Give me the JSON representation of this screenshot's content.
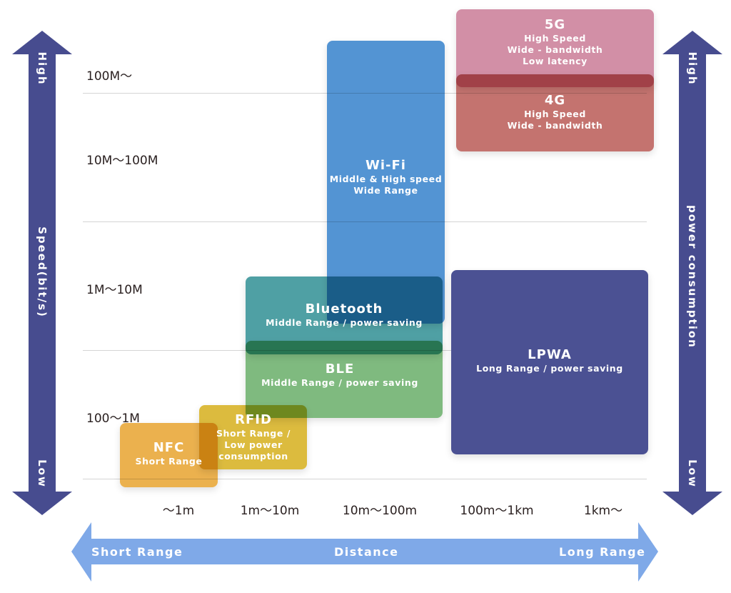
{
  "chart_data": {
    "type": "diagram",
    "title": "",
    "y_axis": {
      "label": "Speed(bit/s)",
      "top_label": "High",
      "bottom_label": "Low",
      "tick_labels": [
        "100M〜",
        "10M〜100M",
        "1M〜10M",
        "100〜1M"
      ]
    },
    "right_axis": {
      "label": "power consumption",
      "top_label": "High",
      "bottom_label": "Low"
    },
    "x_axis": {
      "label": "Distance",
      "left_label": "Short Range",
      "right_label": "Long Range",
      "tick_labels": [
        "〜1m",
        "1m〜10m",
        "10m〜100m",
        "100m〜1km",
        "1km〜"
      ]
    },
    "technologies": [
      {
        "name": "5G",
        "description": "High Speed\nWide - bandwidth\nLow latency",
        "distance": "100m〜1km+",
        "speed": "100M〜",
        "color": "#d28fa6"
      },
      {
        "name": "4G",
        "description": "High Speed\nWide - bandwidth",
        "distance": "100m〜1km+",
        "speed": "10M〜100M",
        "color": "#c4736f"
      },
      {
        "name": "Wi-Fi",
        "description": "Middle & High speed\nWide Range",
        "distance": "10m〜100m",
        "speed": "1M〜100M+",
        "color": "#5394d3"
      },
      {
        "name": "Bluetooth",
        "description": "Middle Range / power saving",
        "distance": "1m〜100m",
        "speed": "1M〜10M",
        "color": "#4fa0a4"
      },
      {
        "name": "BLE",
        "description": "Middle Range / power saving",
        "distance": "1m〜100m",
        "speed": "100〜1M",
        "color": "#7fba7f"
      },
      {
        "name": "LPWA",
        "description": "Long Range / power saving",
        "distance": "100m〜1km+",
        "speed": "100〜10M",
        "color": "#4b5193"
      },
      {
        "name": "RFID",
        "description": "Short Range /\nLow power\nconsumption",
        "distance": "1m〜10m",
        "speed": "100〜1M",
        "color": "#dcbb3e"
      },
      {
        "name": "NFC",
        "description": "Short Range",
        "distance": "〜1m",
        "speed": "100〜1M",
        "color": "#ebb14e"
      }
    ]
  },
  "colors": {
    "speed_arrow": "#474c8f",
    "distance_arrow": "#7fa9e8",
    "gridline": "#d4d4d4",
    "label_text": "#2a2020"
  }
}
